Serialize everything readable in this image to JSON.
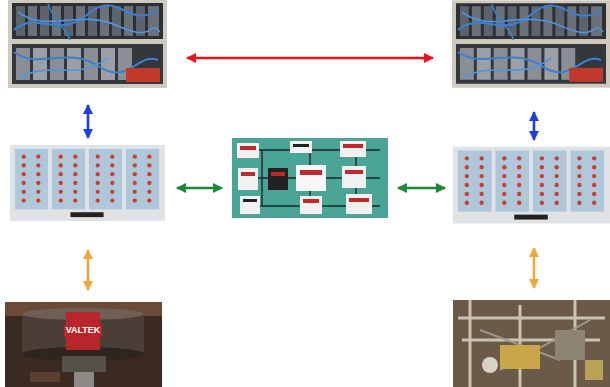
{
  "diagram": {
    "nodes": [
      {
        "text": []
      },
      {
        "text": []
      },
      {
        "text": []
      },
      {
        "text": []
      },
      {
        "text": []
      },
      {
        "text": [
          "VALTEK"
        ]
      },
      {
        "text": []
      }
    ],
    "edges": [
      {
        "from": 0,
        "to": 1,
        "arrow": "both"
      },
      {
        "from": 0,
        "to": 2,
        "arrow": "both"
      },
      {
        "from": 2,
        "to": 3,
        "arrow": "both"
      },
      {
        "from": 3,
        "to": 4,
        "arrow": "both"
      },
      {
        "from": 4,
        "to": 1,
        "arrow": "both"
      },
      {
        "from": 5,
        "to": 2,
        "arrow": "both"
      },
      {
        "from": 6,
        "to": 4,
        "arrow": "both"
      }
    ]
  }
}
